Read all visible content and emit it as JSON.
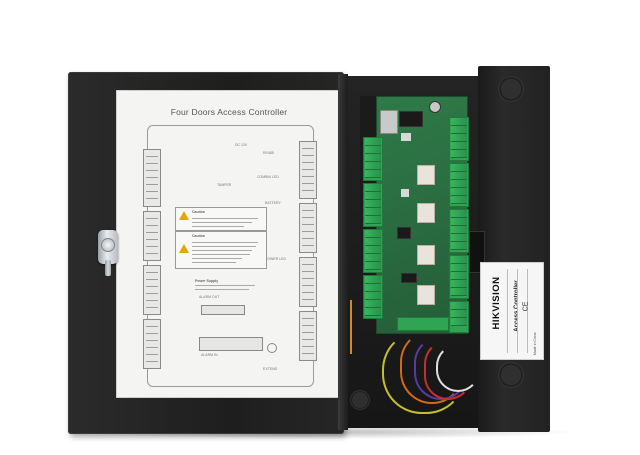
{
  "image": {
    "subject": "open wall-mount access controller enclosure"
  },
  "door_sheet": {
    "title": "Four Doors Access Controller",
    "caution_1": "Caution",
    "caution_2": "Caution",
    "power_supply": "Power Supply",
    "small_labels": [
      "DC 12V",
      "RS485",
      "COMBIN LED",
      "TAMPER",
      "BATTERY",
      "POWER LED",
      "ALARM OUT",
      "ALARM IN",
      "EXTEND"
    ]
  },
  "label": {
    "brand": "HIKVISION",
    "product": "Access Controller",
    "ce": "CE",
    "made_in": "Made in China"
  },
  "colors": {
    "enclosure": "#1e1e1e",
    "pcb": "#2f7a48",
    "terminal": "#2fa452",
    "sheet": "#f4f4f2",
    "warning": "#e0a800"
  }
}
